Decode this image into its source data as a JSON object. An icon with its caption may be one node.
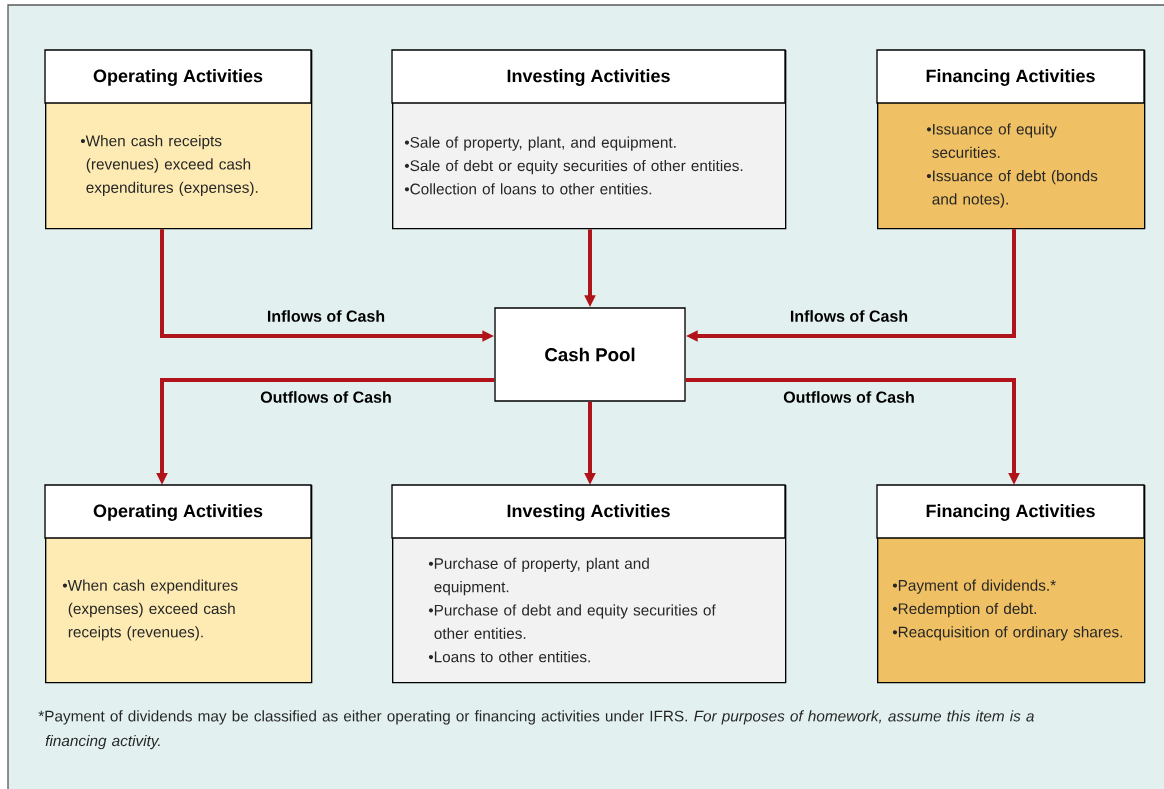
{
  "diagram": {
    "nodes": [
      {
        "text": [
          "Operating Activities",
          "•When cash receipts (revenues) exceed cash expenditures (expenses)."
        ]
      },
      {
        "text": [
          "Investing Activities",
          "•Sale of property, plant, and equipment.",
          "•Sale of debt or equity securities of other entities.",
          "•Collection of loans to other entities."
        ]
      },
      {
        "text": [
          "Financing Activities",
          "•Issuance of equity securities.",
          "•Issuance of debt (bonds and notes)."
        ]
      },
      {
        "text": [
          "Cash Pool"
        ]
      },
      {
        "text": [
          "Operating Activities",
          "•When cash expenditures (expenses) exceed cash receipts (revenues)."
        ]
      },
      {
        "text": [
          "Investing Activities",
          "•Purchase of property, plant and equipment.",
          "•Purchase of debt and equity securities of other entities.",
          "•Loans to other entities."
        ]
      },
      {
        "text": [
          "Financing Activities",
          "•Payment of dividends.*",
          "•Redemption of debt.",
          "•Reacquisition of ordinary shares."
        ]
      }
    ],
    "edges": [
      {
        "from": 0,
        "to": 3,
        "arrow": "to",
        "label": "Inflows of Cash"
      },
      {
        "from": 1,
        "to": 3,
        "arrow": "to"
      },
      {
        "from": 2,
        "to": 3,
        "arrow": "to",
        "label": "Inflows of Cash"
      },
      {
        "from": 3,
        "to": 4,
        "arrow": "to",
        "label": "Outflows of Cash"
      },
      {
        "from": 3,
        "to": 5,
        "arrow": "to"
      },
      {
        "from": 3,
        "to": 6,
        "arrow": "to",
        "label": "Outflows of Cash"
      }
    ],
    "labels": [
      "*Payment of dividends may be classified as either operating or financing activities under IFRS.",
      "For purposes of homework, assume this item is a financing activity."
    ]
  }
}
